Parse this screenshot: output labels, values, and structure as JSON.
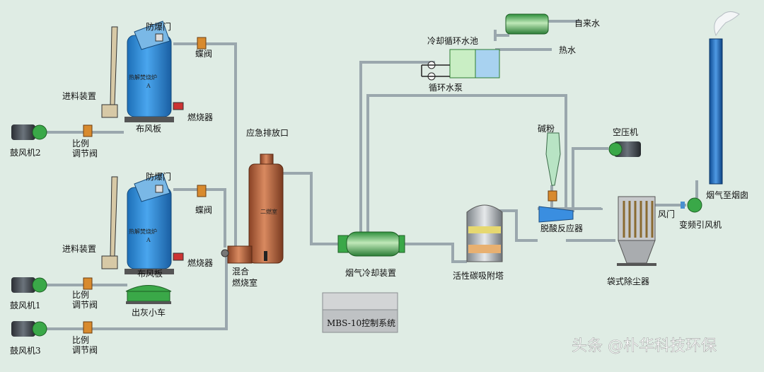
{
  "labels": {
    "explosion_door": "防爆门",
    "butterfly_valve": "蝶阀",
    "furnace": "热解焚烧炉",
    "furnace_unit": "A",
    "feeder": "进料装置",
    "burner": "燃烧器",
    "air_plate": "布风板",
    "blower_2": "鼓风机2",
    "blower_1": "鼓风机1",
    "blower_3": "鼓风机3",
    "ratio": "比例",
    "regulating_valve": "调节阀",
    "ash_cart": "出灰小车",
    "emergency_vent": "应急排放口",
    "combustion_chamber": "二燃室",
    "mixing": "混合",
    "mixing_chamber": "燃烧室",
    "flue_cooler": "烟气冷却装置",
    "control_system": "MBS-10控制系统",
    "cooling_pool": "冷却循环水池",
    "circ_pump": "循环水泵",
    "tap_water": "自来水",
    "hot_water": "热水",
    "alkali_powder": "碱粉",
    "compressor": "空压机",
    "carbon_tower": "活性碳吸附塔",
    "deacid_reactor": "脱酸反应器",
    "damper": "风门",
    "bag_filter": "袋式除尘器",
    "to_chimney": "烟气至烟囱",
    "vfd_fan": "变频引风机"
  },
  "watermark": "头条 @朴华科技环保",
  "colors": {
    "background": "#dfece4",
    "pipe": "#9aa7ad",
    "furnace": "#2f8fd6",
    "chamber": "#b96b46",
    "cooler": "#3aa848",
    "valve": "#d88a2e",
    "chimney": "#2a74c9"
  }
}
